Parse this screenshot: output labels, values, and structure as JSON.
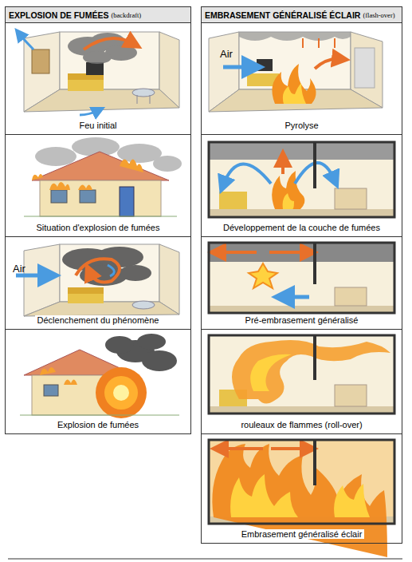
{
  "diagram": {
    "nodes": [
      {
        "text": [
          "EXPLOSION DE FUMÉES",
          "(backdraft)"
        ]
      },
      {
        "text": [
          "EMBRASEMENT GÉNÉRALISÉ ÉCLAIR",
          "(flash-over)"
        ]
      },
      {
        "text": [
          "Feu initial"
        ]
      },
      {
        "text": [
          "Pyrolyse"
        ]
      },
      {
        "text": [
          "Situation d'explosion de fumées"
        ]
      },
      {
        "text": [
          "Développement de la couche de fumées"
        ]
      },
      {
        "text": [
          "Déclenchement du phénomène"
        ]
      },
      {
        "text": [
          "Pré-embrasement généralisé"
        ]
      },
      {
        "text": [
          "Explosion de fumées"
        ]
      },
      {
        "text": [
          "rouleaux de flammes (roll-over)"
        ]
      },
      {
        "text": [
          "Embrasement généralisé éclair"
        ]
      }
    ],
    "labels": [
      "Air",
      "Air"
    ]
  }
}
